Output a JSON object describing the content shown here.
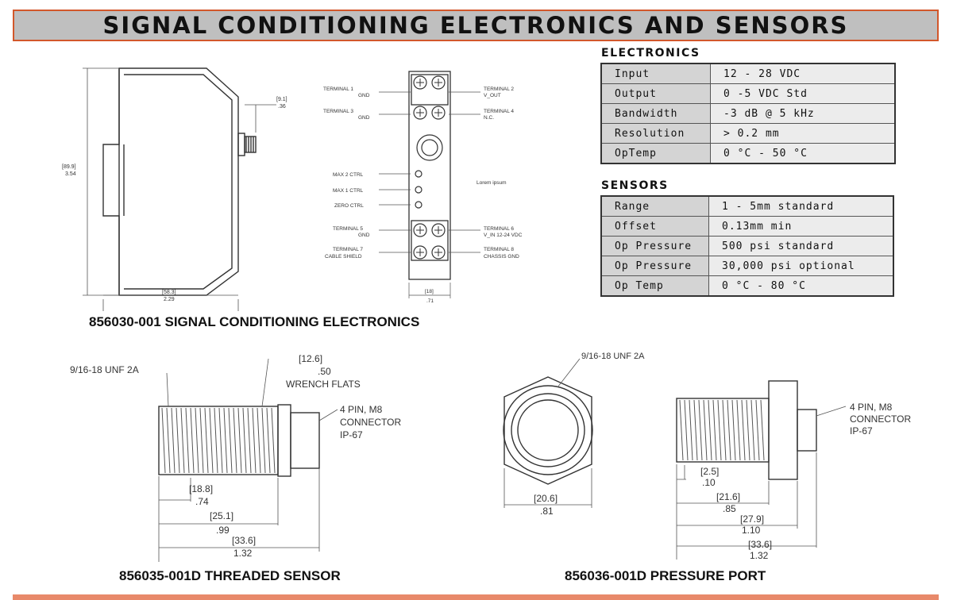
{
  "header": {
    "title": "SIGNAL CONDITIONING ELECTRONICS AND SENSORS"
  },
  "electronics": {
    "title": "ELECTRONICS",
    "rows": [
      {
        "label": "Input",
        "value": "12 - 28 VDC"
      },
      {
        "label": "Output",
        "value": "0 -5 VDC Std"
      },
      {
        "label": "Bandwidth",
        "value": "-3 dB @ 5 kHz"
      },
      {
        "label": "Resolution",
        "value": "> 0.2 mm"
      },
      {
        "label": "OpTemp",
        "value": "0 °C - 50 °C"
      }
    ]
  },
  "sensors": {
    "title": "SENSORS",
    "rows": [
      {
        "label": "Range",
        "value": "1 - 5mm standard"
      },
      {
        "label": "Offset",
        "value": "0.13mm min"
      },
      {
        "label": "Op Pressure",
        "value": "500 psi standard"
      },
      {
        "label": "Op Pressure",
        "value": "30,000 psi optional"
      },
      {
        "label": "Op Temp",
        "value": "0 °C - 80 °C"
      }
    ]
  },
  "figures": {
    "electronics_side": {
      "caption": "856030-001 SIGNAL CONDITIONING ELECTRONICS",
      "dim_height": "[89.9]",
      "dim_height_in": "3.54",
      "dim_width": "[58.3]",
      "dim_width_in": "2.29",
      "dim_conn": "[9.1]",
      "dim_conn_in": ".36"
    },
    "electronics_front": {
      "t1": "TERMINAL 1",
      "t1s": "GND",
      "t2": "TERMINAL 2",
      "t2s": "V_OUT",
      "t3": "TERMINAL 3",
      "t3s": "GND",
      "t4": "TERMINAL 4",
      "t4s": "N.C.",
      "max2": "MAX 2 CTRL",
      "max1": "MAX 1 CTRL",
      "zero": "ZERO CTRL",
      "lorem": "Lorem ipsum",
      "t5": "TERMINAL 5",
      "t5s": "GND",
      "t6": "TERMINAL 6",
      "t6s": "V_IN 12-24 VDC",
      "t7": "TERMINAL 7",
      "t7s": "CABLE SHIELD",
      "t8": "TERMINAL 8",
      "t8s": "CHASSIS GND",
      "dim_w": "[18]",
      "dim_w_in": ".71"
    },
    "threaded": {
      "caption": "856035-001D THREADED SENSOR",
      "thread": "9/16-18 UNF 2A",
      "flats_mm": "[12.6]",
      "flats_in": ".50",
      "flats_label": "WRENCH FLATS",
      "conn1": "4 PIN, M8",
      "conn2": "CONNECTOR",
      "conn3": "IP-67",
      "d1_mm": "[18.8]",
      "d1_in": ".74",
      "d2_mm": "[25.1]",
      "d2_in": ".99",
      "d3_mm": "[33.6]",
      "d3_in": "1.32"
    },
    "pressure": {
      "caption": "856036-001D PRESSURE PORT",
      "thread": "9/16-18 UNF 2A",
      "hex_mm": "[20.6]",
      "hex_in": ".81",
      "conn1": "4 PIN, M8",
      "conn2": "CONNECTOR",
      "conn3": "IP-67",
      "d0_mm": "[2.5]",
      "d0_in": ".10",
      "d1_mm": "[21.6]",
      "d1_in": ".85",
      "d2_mm": "[27.9]",
      "d2_in": "1.10",
      "d3_mm": "[33.6]",
      "d3_in": "1.32"
    }
  }
}
